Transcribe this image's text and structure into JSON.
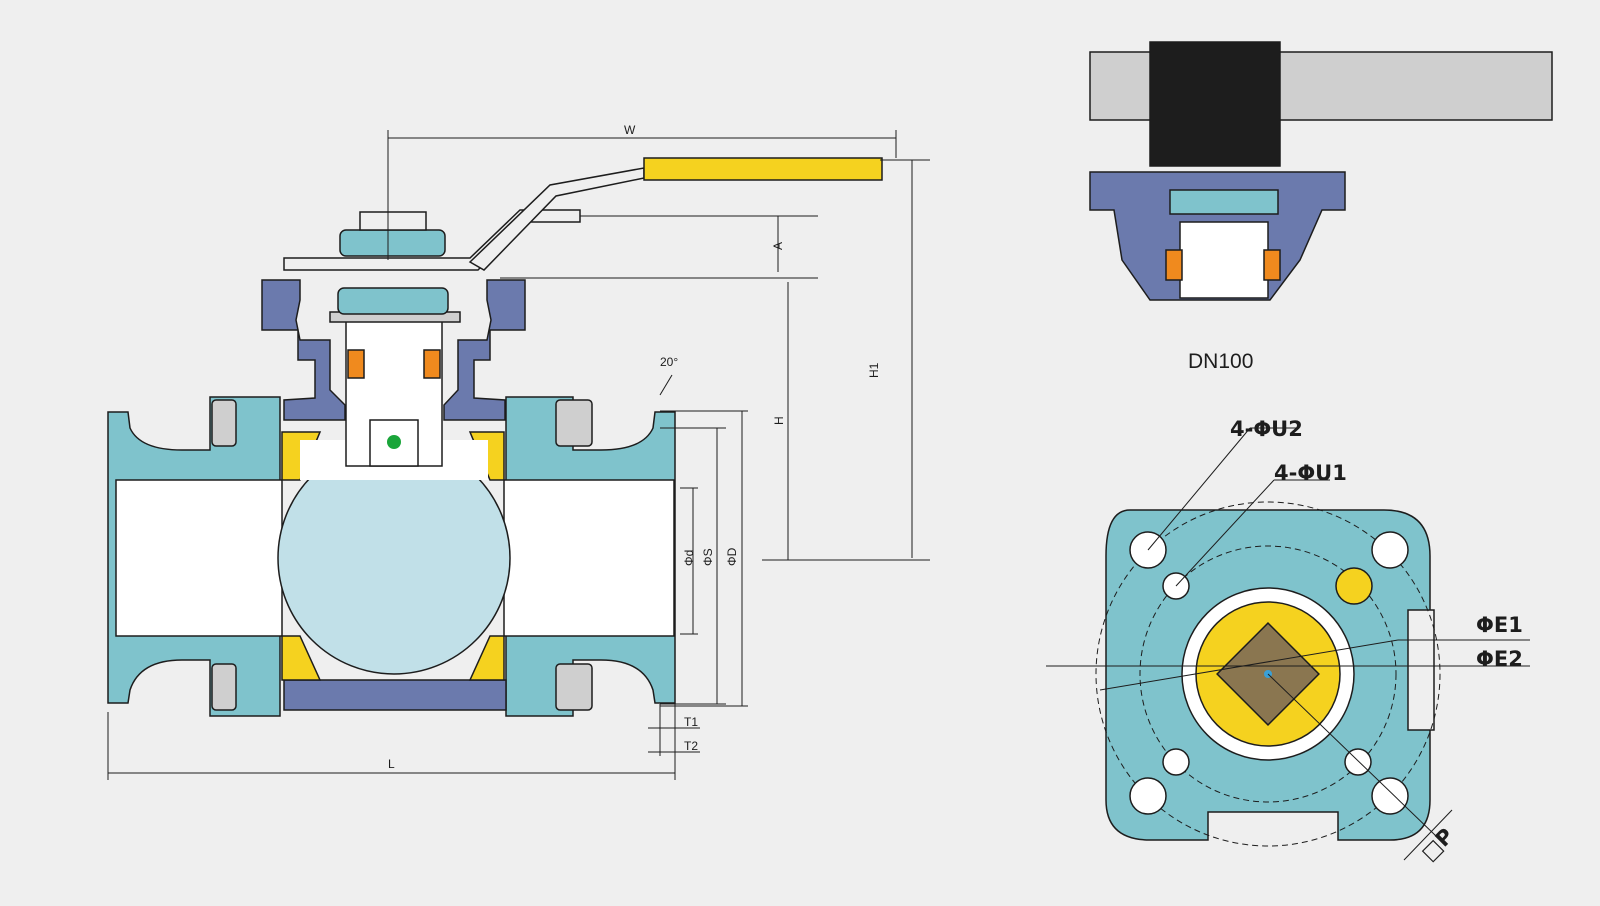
{
  "labels": {
    "W": "W",
    "A": "A",
    "H": "H",
    "H1": "H1",
    "L": "L",
    "phi_d": "Φd",
    "phi_S": "ΦS",
    "phi_D": "ΦD",
    "T1": "T1",
    "T2": "T2",
    "angle": "20°",
    "DN100": "DN100",
    "U2": "4-ΦU2",
    "U1": "4-ΦU1",
    "E1": "ΦE1",
    "E2": "ΦE2",
    "P": "□P"
  },
  "colors": {
    "background": "#efefef",
    "teal_body": "#7fc3cc",
    "bonnet_blue": "#6b7aad",
    "yellow_seat": "#f5d21f",
    "ball": "#c1e0e8",
    "white_bore": "#ffffff",
    "black_outline": "#1d1d1d",
    "gray_handle": "#cfcfcf",
    "packing_orange": "#f08a1e"
  }
}
